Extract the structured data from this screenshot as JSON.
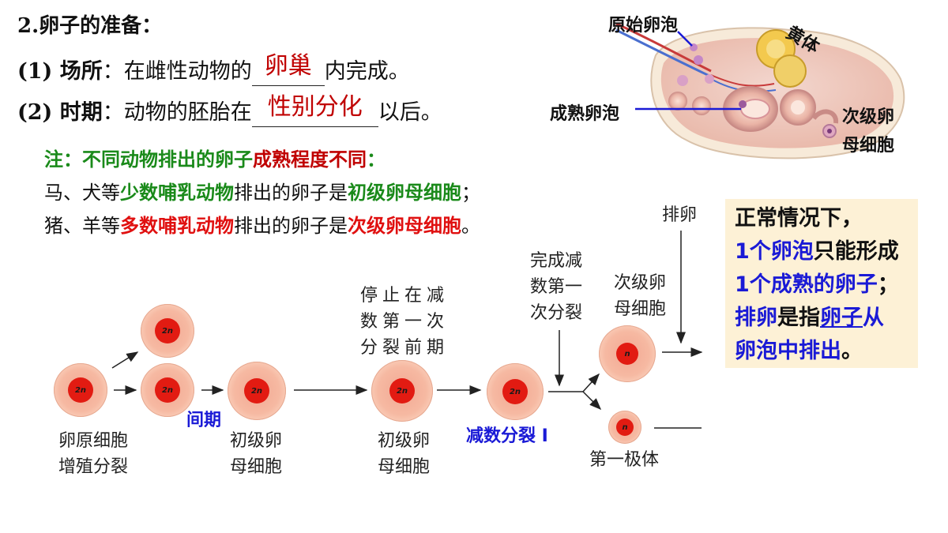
{
  "heading": "2.卵子的准备：",
  "site": {
    "prefix": "(1) 场所",
    "text": "：在雌性动物的",
    "answer": "卵巢",
    "suffix": "内完成。"
  },
  "period": {
    "prefix": "(2) 时期",
    "text": "：动物的胚胎在",
    "answer": "性别分化",
    "suffix": "以后。"
  },
  "note": {
    "title_a": "注：不同动物排出的卵子",
    "title_b": "成熟程度不同",
    "title_c": "：",
    "line1": {
      "a": "马、犬等",
      "b": "少数哺乳动物",
      "c": "排出的卵子是",
      "d": "初级卵母细胞",
      "e": "；"
    },
    "line2": {
      "a": "猪、羊等",
      "b": "多数哺乳动物",
      "c": "排出的卵子是",
      "d": "次级卵母细胞",
      "e": "。"
    }
  },
  "ovary_labels": {
    "primordial": "原始卵泡",
    "corpus_luteum": "黄体",
    "mature": "成熟卵泡",
    "secondary_line1": "次级卵",
    "secondary_line2": "母细胞"
  },
  "info_box": {
    "l1": "正常情况下，",
    "l2a": "1个卵泡",
    "l2b": "只能形成",
    "l3a": "1个成熟的卵子",
    "l3b": "；",
    "l4a": "排卵",
    "l4b": "是指",
    "l4c": "卵子",
    "l4d": "从",
    "l5a": "卵泡中排出",
    "l5b": "。"
  },
  "process": {
    "ploidy_2n": "2n",
    "ploidy_n": "n",
    "oogonia_line1": "卵原细胞",
    "oogonia_line2": "增殖分裂",
    "interphase": "间期",
    "primary1_line1": "初级卵",
    "primary1_line2": "母细胞",
    "stop_line1": "停止在减",
    "stop_line2": "数第一次",
    "stop_line3": "分裂前期",
    "primary2_line1": "初级卵",
    "primary2_line2": "母细胞",
    "meiosis1": "减数分裂 I",
    "complete_line1": "完成减",
    "complete_line2": "数第一",
    "complete_line3": "次分裂",
    "secondary_line1": "次级卵",
    "secondary_line2": "母细胞",
    "ovulation": "排卵",
    "polar_body": "第一极体"
  },
  "colors": {
    "answer": "#c00000",
    "green": "#1a8a1a",
    "red": "#e01010",
    "blue": "#1a1ad6",
    "box_bg": "#fdf1d6",
    "nucleus": "#e21b12"
  }
}
